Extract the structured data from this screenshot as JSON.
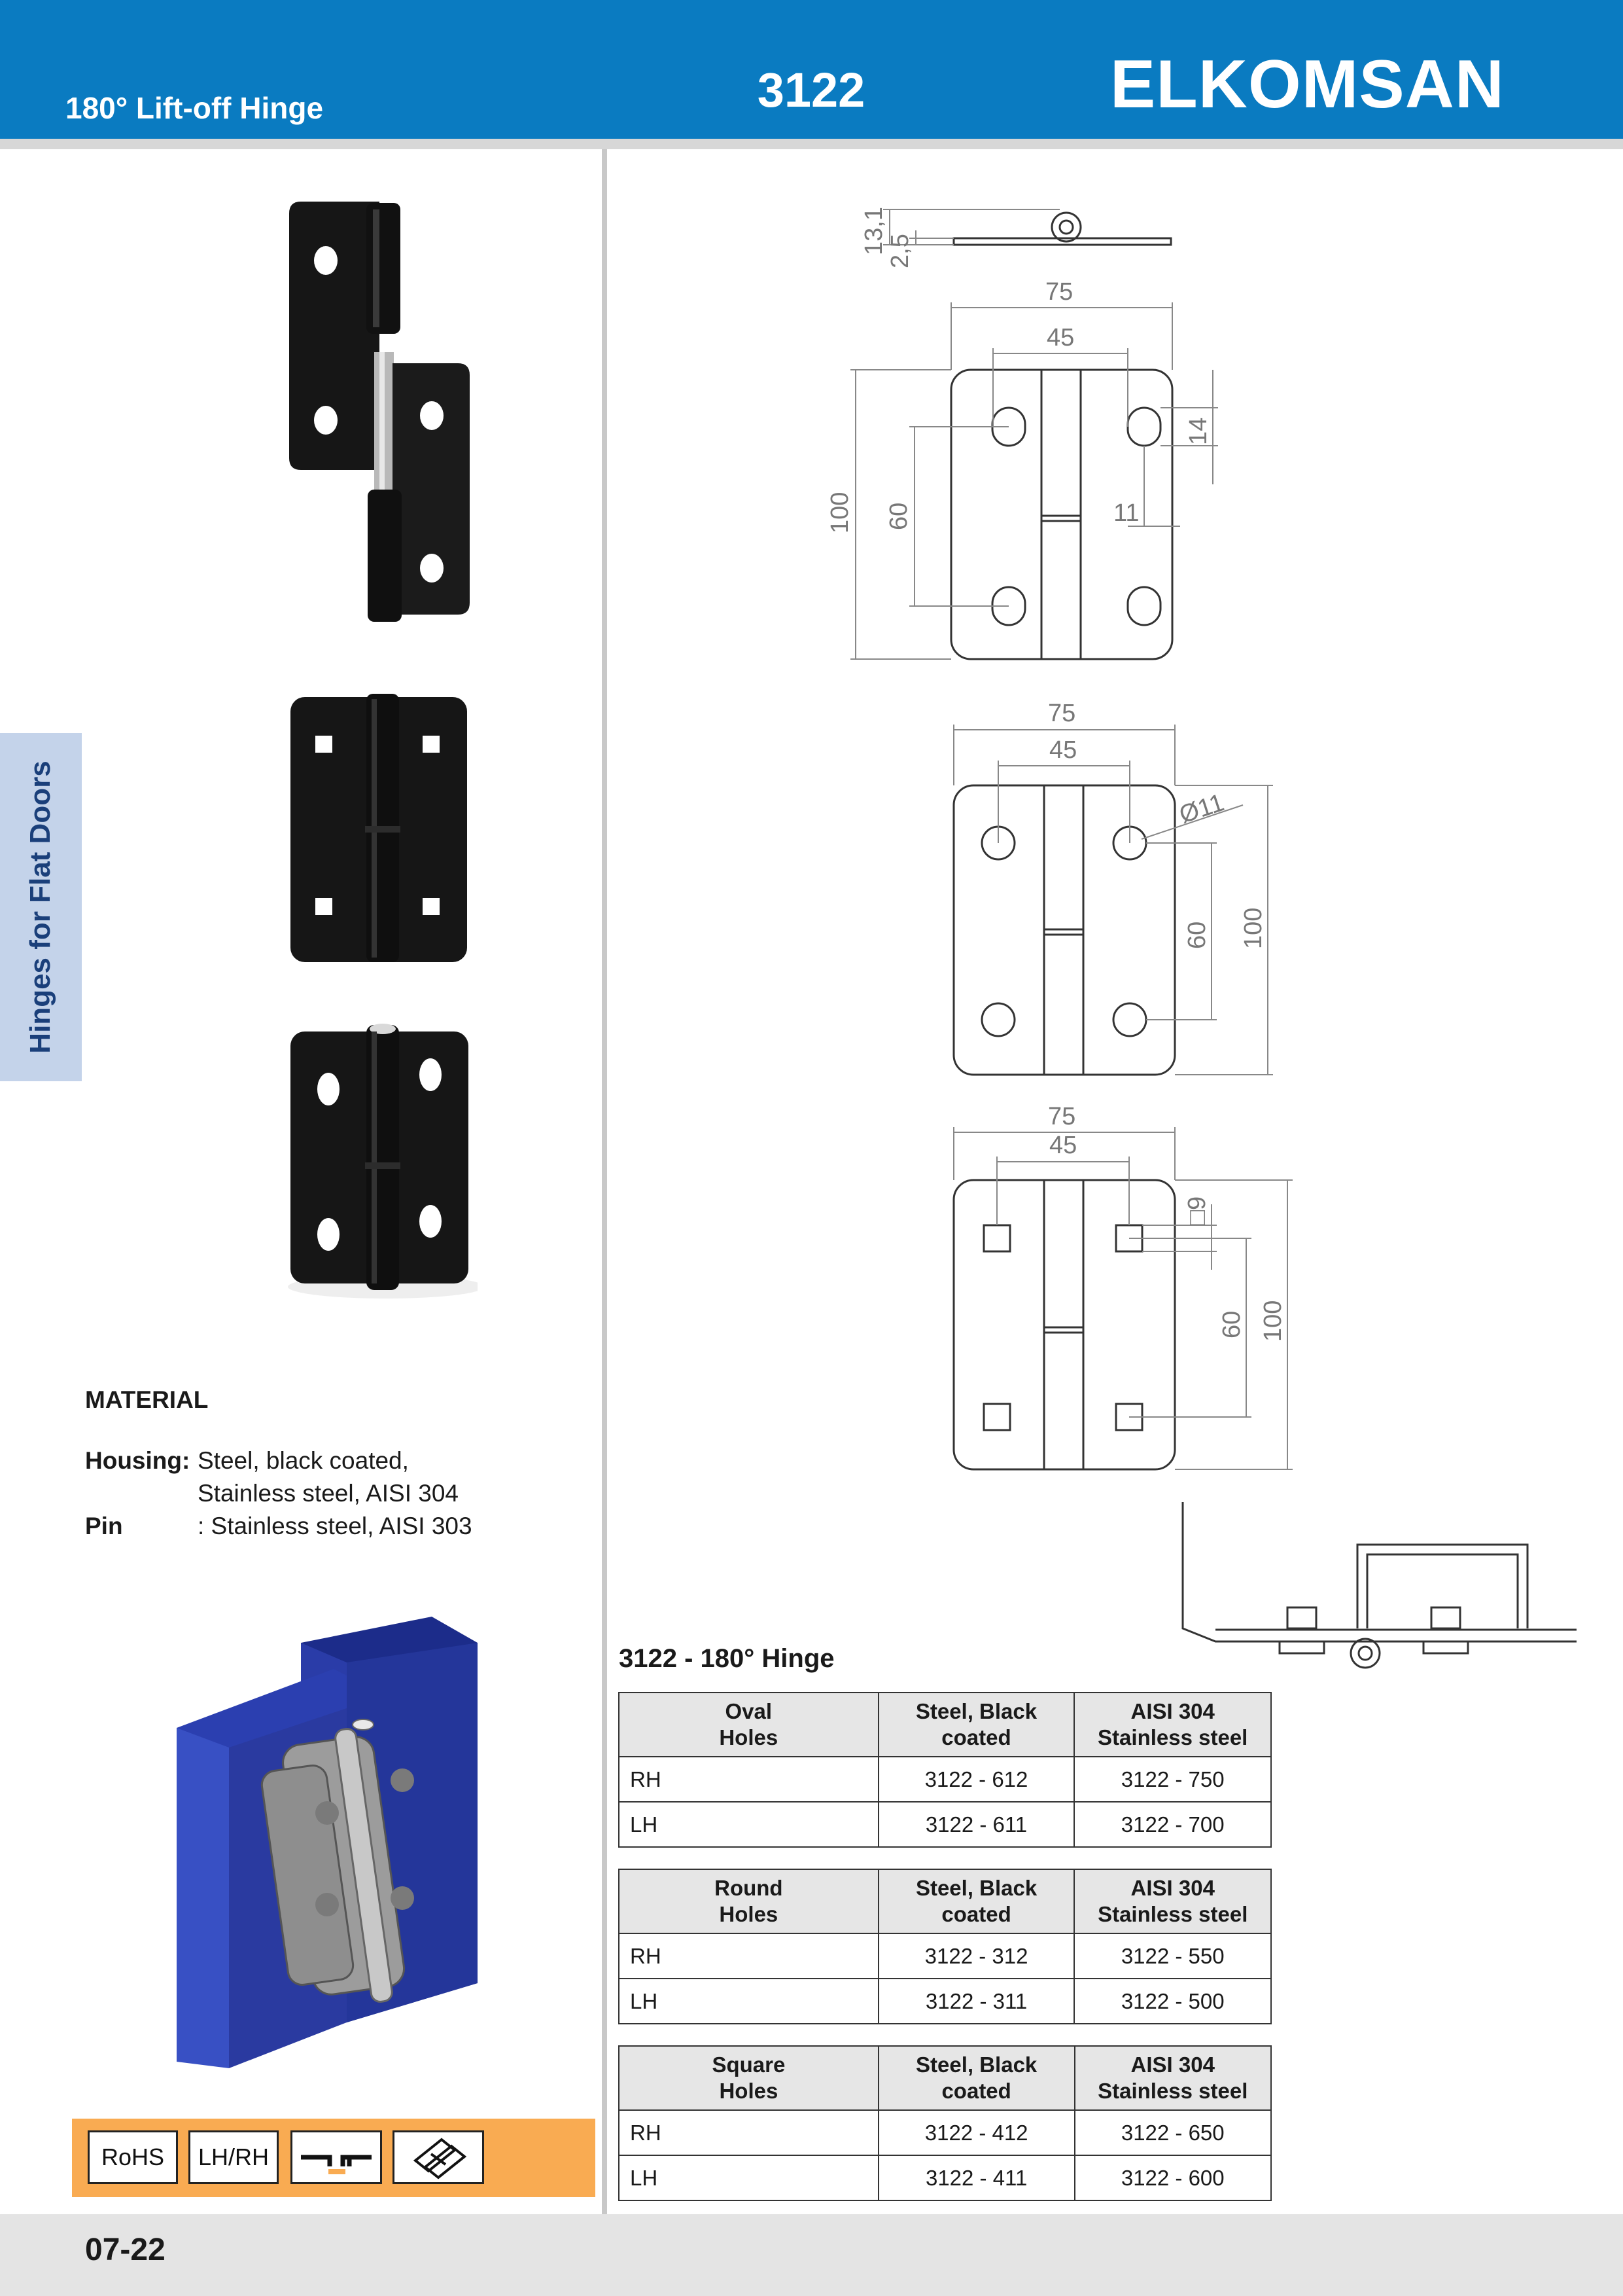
{
  "header": {
    "subtitle": "180° Lift-off Hinge",
    "product_code": "3122",
    "brand": "ELKOMSAN"
  },
  "side_tab": {
    "label": "Hinges for Flat Doors"
  },
  "material": {
    "title": "MATERIAL",
    "housing_label": "Housing:",
    "housing_value_1": "Steel, black coated,",
    "housing_value_2": "Stainless steel, AISI 304",
    "pin_label": "Pin",
    "pin_value": ": Stainless steel, AISI 303"
  },
  "features": [
    "RoHS",
    "LH/RH"
  ],
  "drawings": {
    "profile": {
      "height": "13,1",
      "thickness": "2,5"
    },
    "oval": {
      "width": "75",
      "hole_spacing": "45",
      "height": "100",
      "hole_pitch": "60",
      "slot_length": "14",
      "slot_width": "11"
    },
    "round": {
      "width": "75",
      "hole_spacing": "45",
      "diameter": "Ø11",
      "hole_pitch": "60",
      "height": "100"
    },
    "square": {
      "width": "75",
      "hole_spacing": "45",
      "square": "□9",
      "hole_pitch": "60",
      "height": "100"
    }
  },
  "table": {
    "title": "3122 - 180° Hinge",
    "col_steel_1": "Steel, Black",
    "col_steel_2": "coated",
    "col_ss_1": "AISI 304",
    "col_ss_2": "Stainless steel",
    "groups": [
      {
        "name_1": "Oval",
        "name_2": "Holes",
        "rows": [
          {
            "side": "RH",
            "steel": "3122 - 612",
            "ss": "3122 - 750"
          },
          {
            "side": "LH",
            "steel": "3122 - 611",
            "ss": "3122 - 700"
          }
        ]
      },
      {
        "name_1": "Round",
        "name_2": "Holes",
        "rows": [
          {
            "side": "RH",
            "steel": "3122 - 312",
            "ss": "3122 - 550"
          },
          {
            "side": "LH",
            "steel": "3122 - 311",
            "ss": "3122 - 500"
          }
        ]
      },
      {
        "name_1": "Square",
        "name_2": "Holes",
        "rows": [
          {
            "side": "RH",
            "steel": "3122 - 412",
            "ss": "3122 - 650"
          },
          {
            "side": "LH",
            "steel": "3122 - 411",
            "ss": "3122 - 600"
          }
        ]
      }
    ]
  },
  "page_number": "07-22",
  "colors": {
    "header_blue": "#0a7bc1",
    "side_tab": "#c4d3ea",
    "feature_orange": "#f9ab52",
    "cabinet_blue": "#24369a"
  }
}
